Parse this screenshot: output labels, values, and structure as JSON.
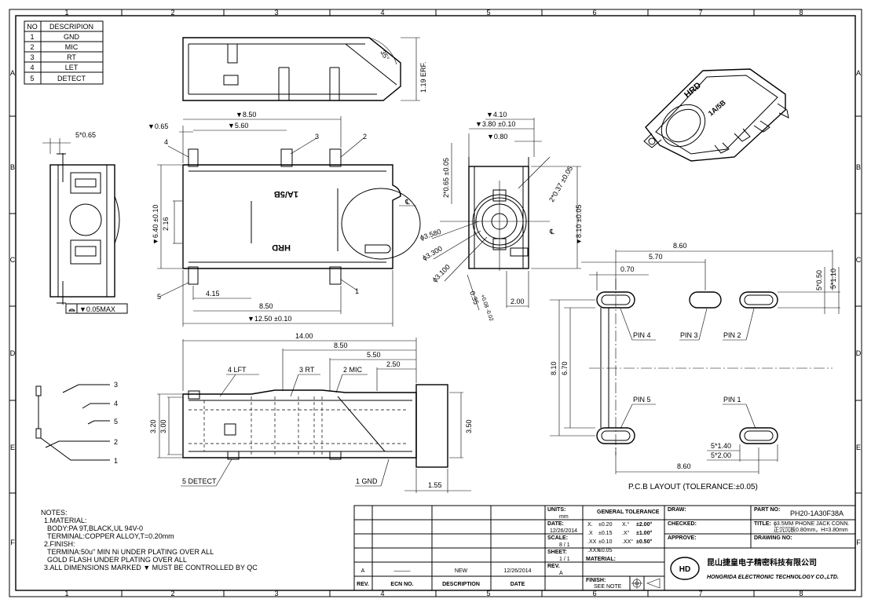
{
  "border": {
    "cols": [
      "1",
      "2",
      "3",
      "4",
      "5",
      "6",
      "7",
      "8"
    ],
    "rows": [
      "A",
      "B",
      "C",
      "D",
      "E",
      "F"
    ]
  },
  "pin_table": {
    "headers": [
      "NO",
      "DESCRIPION"
    ],
    "rows": [
      [
        "1",
        "GND"
      ],
      [
        "2",
        "MIC"
      ],
      [
        "3",
        "RT"
      ],
      [
        "4",
        "LET"
      ],
      [
        "5",
        "DETECT"
      ]
    ]
  },
  "top_view": {
    "angle": "35°",
    "erf": "1.19 ERF."
  },
  "side_view": {
    "dim_065": "▼0.65",
    "dim_560": "▼5.60",
    "dim_850": "▼8.50",
    "dim_640": "▼6.40 ±0.10",
    "dim_216": "2.16",
    "dim_415": "4.15",
    "dim_850b": "8.50",
    "dim_1250": "▼12.50 ±0.10",
    "pin_4": "4",
    "pin_3": "3",
    "pin_2": "2",
    "pin_5": "5",
    "pin_1": "1",
    "mark_1a5b": "1A/5B",
    "mark_hrd": "HRD"
  },
  "left_view": {
    "dim_pitch": "5*0.65",
    "flatness": "▼0.05MAX"
  },
  "front_view": {
    "dim_410": "▼4.10",
    "dim_380": "▼3.80 ±0.10",
    "dim_080": "▼0.80",
    "dim_2x065": "2*0.65 ±0.05",
    "dim_2x037": "2*0.37 ±0.05",
    "dim_810": "▼8.10 ±0.05",
    "dim_3580": "ϕ3.580",
    "dim_3300": "ϕ3.300",
    "dim_3100": "ϕ3.100",
    "dim_035": "0.35",
    "tol_035": "+0.08 -0.02",
    "dim_200": "2.00"
  },
  "bottom_view": {
    "dim_1400": "14.00",
    "dim_850": "8.50",
    "dim_550": "5.50",
    "dim_250": "2.50",
    "dim_320": "3.20",
    "dim_300": "3.00",
    "dim_350": "3.50",
    "dim_155": "1.55",
    "lbl_4": "4 LFT",
    "lbl_3": "3 RT",
    "lbl_2": "2 MIC",
    "lbl_5": "5 DETECT",
    "lbl_1": "1 GND"
  },
  "pcb_layout": {
    "dim_860a": "8.60",
    "dim_570": "5.70",
    "dim_070": "0.70",
    "dim_5x050": "5*0.50",
    "dim_5x110": "5*1.10",
    "dim_810": "8.10",
    "dim_670": "6.70",
    "dim_5x140": "5*1.40",
    "dim_5x200": "5*2.00",
    "dim_860b": "8.60",
    "pin4": "PIN 4",
    "pin3": "PIN 3",
    "pin2": "PIN 2",
    "pin5": "PIN 5",
    "pin1": "PIN 1",
    "caption": "P.C.B LAYOUT (TOLERANCE:±0.05)"
  },
  "schematic": {
    "p3": "3",
    "p4": "4",
    "p5": "5",
    "p2": "2",
    "p1": "1"
  },
  "notes": {
    "lines": [
      "NOTES:",
      "1.MATERIAL:",
      "BODY:PA 9T,BLACK,UL 94V-0",
      "TERMINAL:COPPER ALLOY,T=0.20mm",
      "2.FINISH:",
      "TERMINA:50u\" MIN Ni UNDER PLATING OVER ALL",
      "GOLD FLASH UNDER PLATING OVER ALL",
      "3.ALL DIMENSIONS MARKED ▼ MUST BE CONTROLLED BY QC"
    ]
  },
  "revision": {
    "row_rev": "A",
    "row_ecn": "———",
    "row_desc": "NEW",
    "row_date": "12/26/2014",
    "h_rev": "REV.",
    "h_ecn": "ECN NO.",
    "h_desc": "DESCRIPTION",
    "h_date": "DATE"
  },
  "title_block": {
    "units_lbl": "UNITS:",
    "units_val": "mm",
    "date_lbl": "DATE:",
    "date_val": "12/26/2014",
    "scale_lbl": "SCALE:",
    "scale_val": "8 / 1",
    "sheet_lbl": "SHEET:",
    "sheet_val": "1 / 1",
    "rev_lbl": "REV.",
    "rev_val": "A",
    "gt_title": "GENERAL TOLERANCE",
    "gt_rows": [
      [
        "X.",
        "±0.20",
        "X.°",
        "±2.00°"
      ],
      [
        ".X",
        "±0.15",
        ".X°",
        "±1.00°"
      ],
      [
        ".XX",
        "±0.10",
        ".XX°",
        "±0.50°"
      ],
      [
        ".XXX",
        "±0.05",
        "",
        ""
      ]
    ],
    "material_lbl": "MATERIAL:",
    "finish_lbl": "FINISH:",
    "finish_val": "SEE NOTE",
    "draw_lbl": "DRAW:",
    "checked_lbl": "CHECKED:",
    "approve_lbl": "APPROVE:",
    "partno_lbl": "PART NO:",
    "partno_val": "PH20-1A30F38A",
    "title_lbl": "TITLE:",
    "title_val1": "ϕ3.5MM PHONE JACK CONN.",
    "title_val2": "正沉沉板0.80mm，H=3.80mm",
    "drawingno_lbl": "DRAWING NO:",
    "company_cn": "昆山捷皇电子精密科技有限公司",
    "company_en": "HONGRIDA ELECTRONIC TECHNOLOGY CO.,LTD.",
    "logo": "HD"
  },
  "iso_view": {
    "mark_hrd": "HRD",
    "mark_1a5b": "1A/5B"
  }
}
